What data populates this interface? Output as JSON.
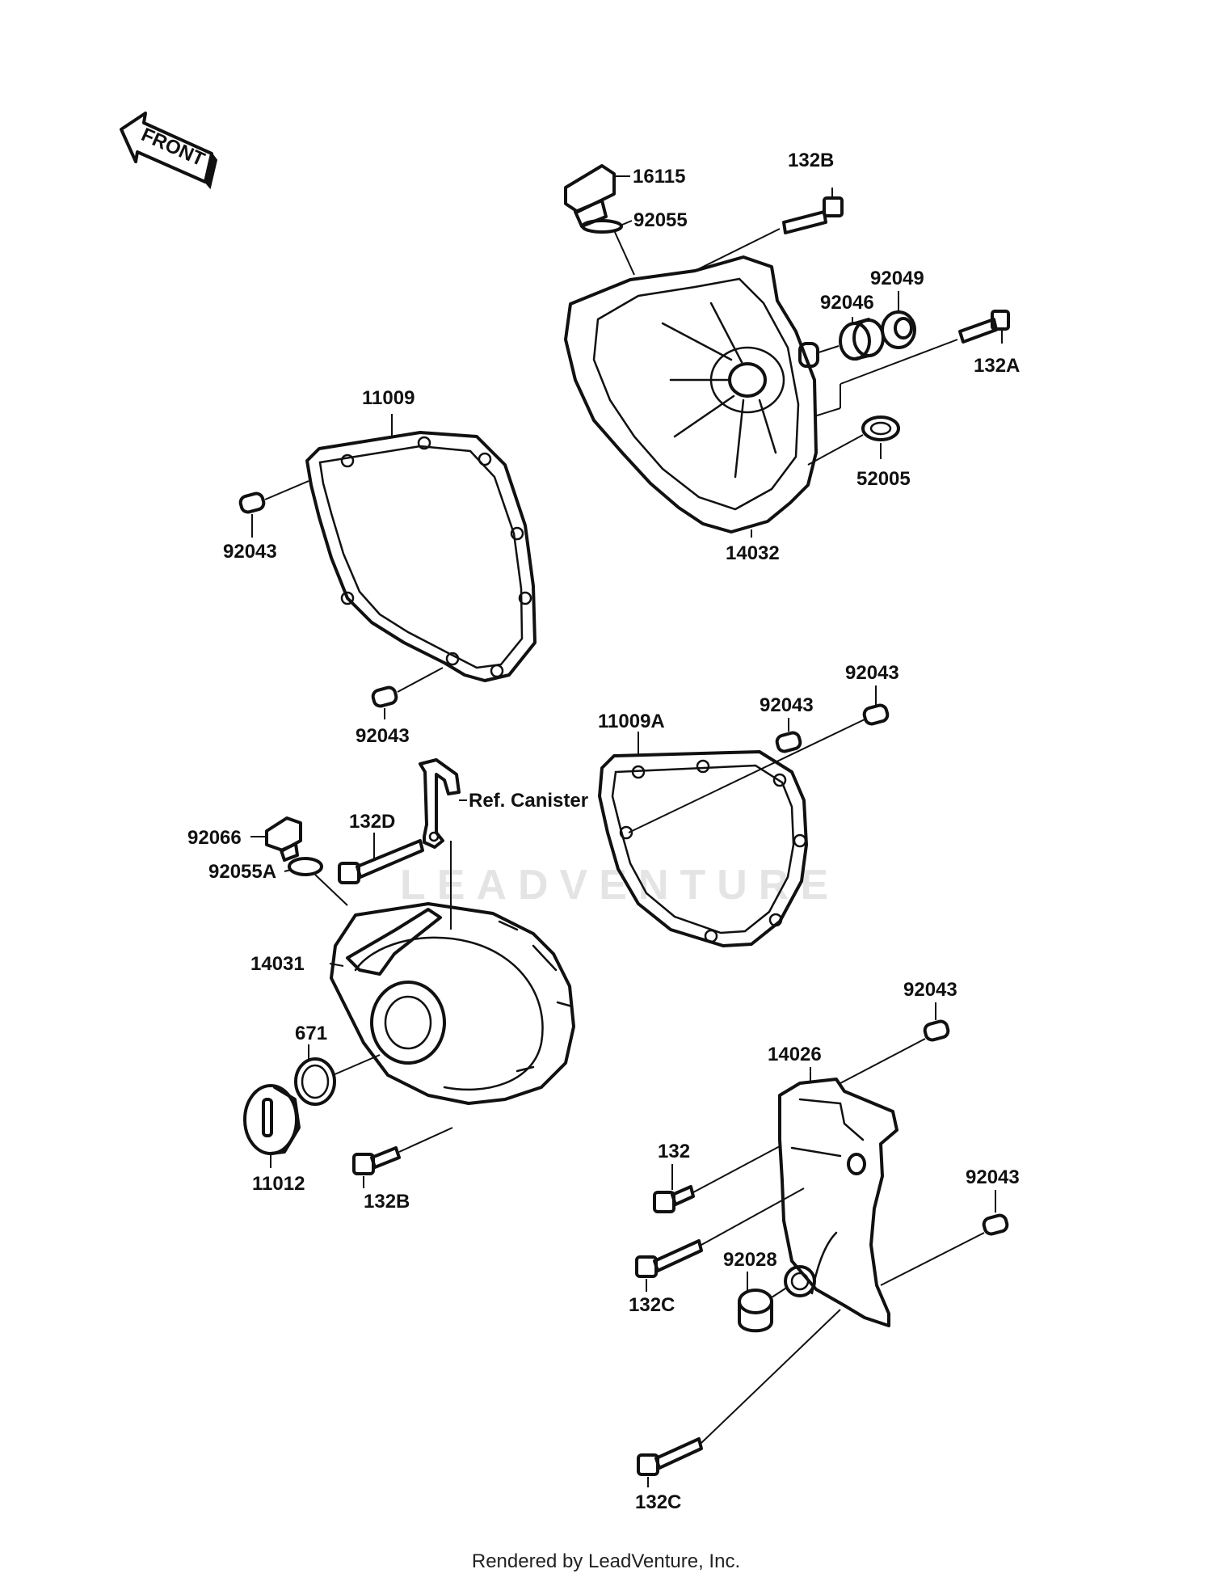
{
  "front_arrow": {
    "label": "FRONT"
  },
  "watermark": "LEADVENTURE",
  "footer": "Rendered by LeadVenture, Inc.",
  "labels": {
    "p16115": "16115",
    "p92055": "92055",
    "p132B_top": "132B",
    "p92049": "92049",
    "p92046": "92046",
    "p132A": "132A",
    "p52005": "52005",
    "p14032": "14032",
    "p11009": "11009",
    "p92043_a": "92043",
    "p92043_b": "92043",
    "p11009A": "11009A",
    "p92043_c": "92043",
    "p92043_d": "92043",
    "ref_canister": "Ref. Canister",
    "p132D": "132D",
    "p92066": "92066",
    "p92055A": "92055A",
    "p14031": "14031",
    "p671": "671",
    "p11012": "11012",
    "p132B_bottom": "132B",
    "p92043_e": "92043",
    "p14026": "14026",
    "p132": "132",
    "p92043_f": "92043",
    "p92028": "92028",
    "p132C_a": "132C",
    "p132C_b": "132C"
  },
  "colors": {
    "ink": "#111111",
    "background": "#ffffff",
    "watermark": "#e4e4e4"
  }
}
